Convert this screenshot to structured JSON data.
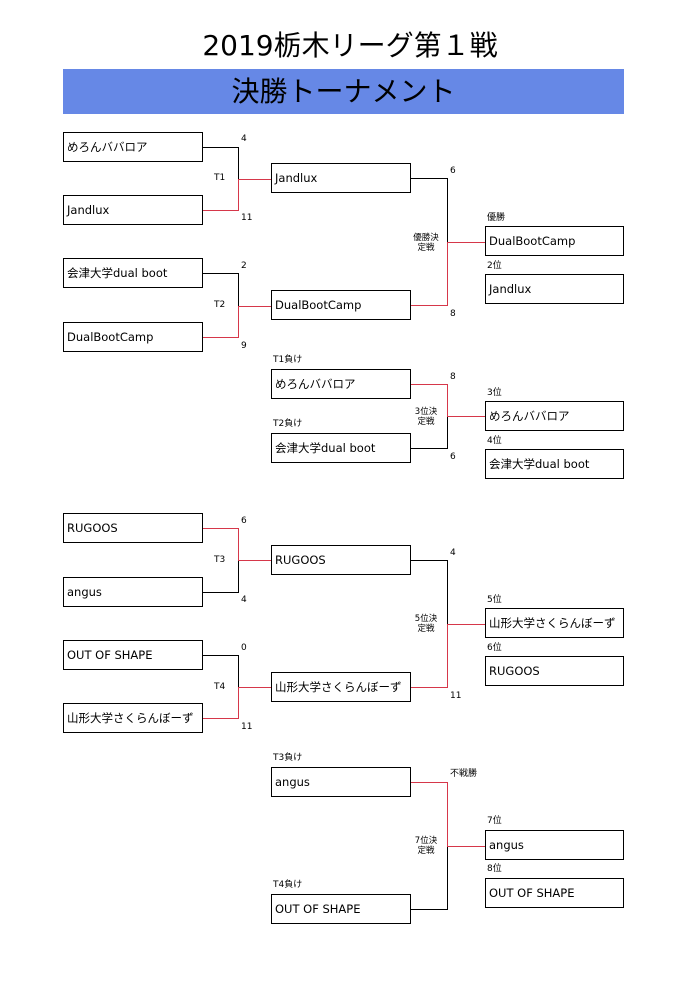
{
  "title": "2019栃木リーグ第１戦",
  "subtitle": "決勝トーナメント",
  "colors": {
    "subtitle_bg": "#6688e6",
    "winner_line": "#d6374a",
    "line": "#000000"
  },
  "r1": {
    "t1_top": "めろんババロア",
    "t1_bot": "Jandlux",
    "t1_label": "T1",
    "t1_top_score": "4",
    "t1_bot_score": "11",
    "t2_top": "会津大学dual boot",
    "t2_bot": "DualBootCamp",
    "t2_label": "T2",
    "t2_top_score": "2",
    "t2_bot_score": "9",
    "t3_top": "RUGOOS",
    "t3_bot": "angus",
    "t3_label": "T3",
    "t3_top_score": "6",
    "t3_bot_score": "4",
    "t4_top": "OUT OF SHAPE",
    "t4_bot": "山形大学さくらんぼーず",
    "t4_label": "T4",
    "t4_top_score": "0",
    "t4_bot_score": "11"
  },
  "final": {
    "top": "Jandlux",
    "bot": "DualBootCamp",
    "top_score": "6",
    "bot_score": "8",
    "match_label": "優勝決定戦",
    "rank1_label": "優勝",
    "rank1": "DualBootCamp",
    "rank2_label": "2位",
    "rank2": "Jandlux"
  },
  "third": {
    "top_label": "T1負け",
    "top": "めろんババロア",
    "bot_label": "T2負け",
    "bot": "会津大学dual boot",
    "top_score": "8",
    "bot_score": "6",
    "match_label": "3位決定戦",
    "rank3_label": "3位",
    "rank3": "めろんババロア",
    "rank4_label": "4位",
    "rank4": "会津大学dual boot"
  },
  "fifth": {
    "top": "RUGOOS",
    "bot": "山形大学さくらんぼーず",
    "top_score": "4",
    "bot_score": "11",
    "match_label": "5位決定戦",
    "rank5_label": "5位",
    "rank5": "山形大学さくらんぼーず",
    "rank6_label": "6位",
    "rank6": "RUGOOS"
  },
  "seventh": {
    "top_label": "T3負け",
    "top": "angus",
    "bot_label": "T4負け",
    "bot": "OUT OF SHAPE",
    "forfeit": "不戦勝",
    "match_label": "7位決定戦",
    "rank7_label": "7位",
    "rank7": "angus",
    "rank8_label": "8位",
    "rank8": "OUT OF SHAPE"
  }
}
